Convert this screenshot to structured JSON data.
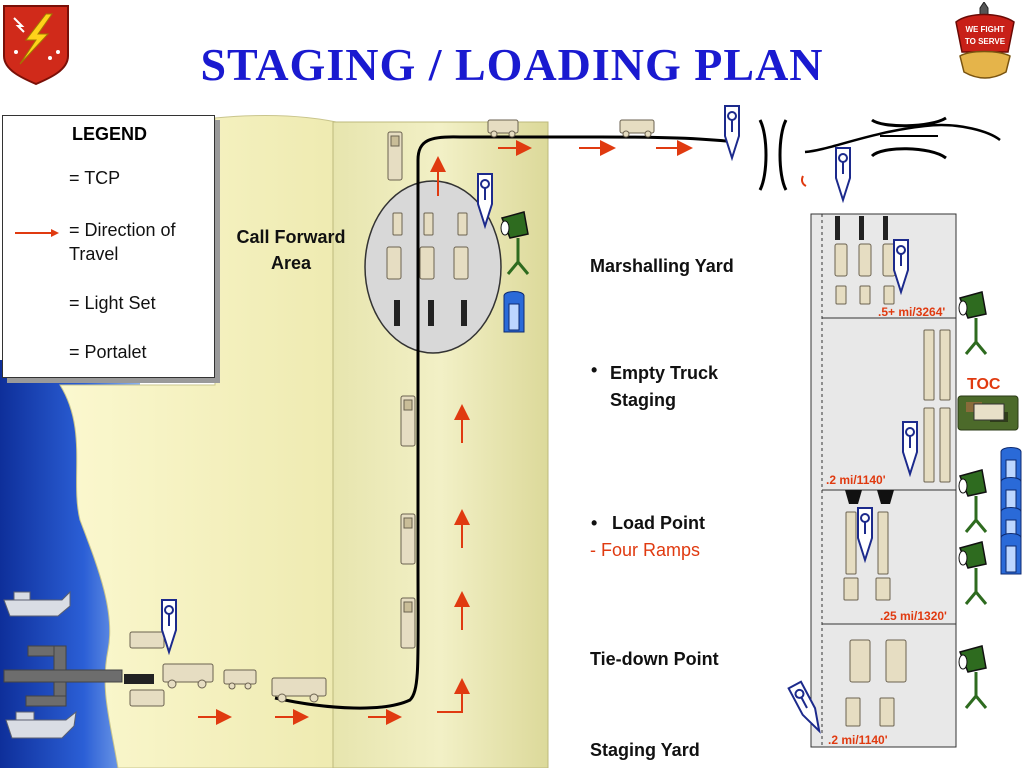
{
  "title": "STAGING / LOADING PLAN",
  "legend": {
    "heading": "LEGEND",
    "items": [
      {
        "icon": "tcp-icon",
        "label": "= TCP"
      },
      {
        "icon": "direction-arrow-icon",
        "label": "= Direction of Travel"
      },
      {
        "icon": "light-set-icon",
        "label": "= Light Set"
      },
      {
        "icon": "portalet-icon",
        "label": "= Portalet"
      }
    ]
  },
  "areas": {
    "call_forward": "Call Forward Area",
    "toc": "TOC"
  },
  "right_labels": {
    "marshalling_yard": "Marshalling Yard",
    "empty_truck_bullet": "•",
    "empty_truck": "Empty Truck Staging",
    "load_point_bullet": "•",
    "load_point": "Load Point",
    "four_ramps": "- Four Ramps",
    "tie_down": "Tie-down Point",
    "staging_yard": "Staging Yard"
  },
  "distances": {
    "d1": ".5+ mi/3264'",
    "d2": ".2 mi/1140'",
    "d3": ".25 mi/1320'",
    "d4": ".2 mi/1140'"
  },
  "insignia": {
    "right_text_1": "WE FIGHT",
    "right_text_2": "TO SERVE"
  },
  "colors": {
    "title": "#1a1ad0",
    "arrow": "#e03a10",
    "tcp": "#1c2a8c",
    "light_set": "#2e6b1f",
    "portalet": "#2a6ad8",
    "sea": "#1f4fc7",
    "land": "#f6f3c4",
    "road_strip": "#e9e7b4",
    "yard": "#e8e8e8"
  }
}
